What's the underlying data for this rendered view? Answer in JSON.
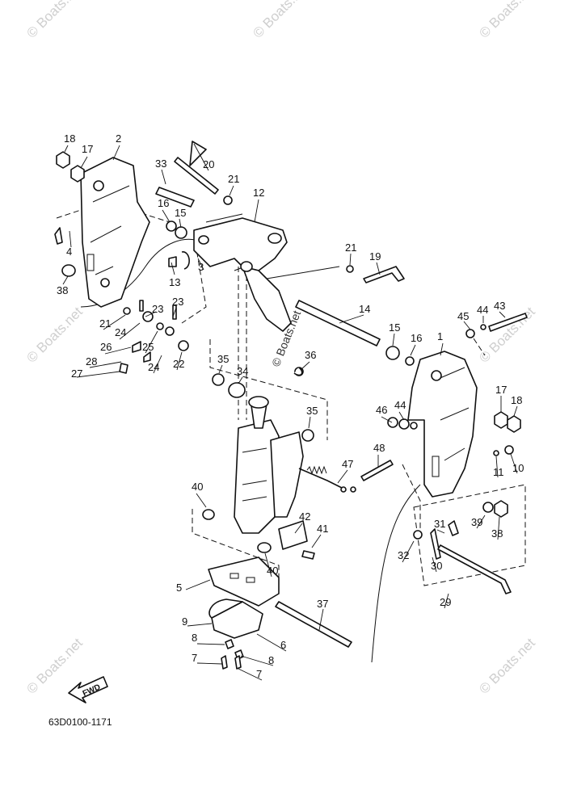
{
  "diagram": {
    "drawing_number": "63D0100-1171",
    "fwd_label": "FWD",
    "watermark": "© Boats.net",
    "callouts": [
      "1",
      "2",
      "3",
      "4",
      "5",
      "6",
      "7",
      "8",
      "9",
      "10",
      "11",
      "12",
      "13",
      "14",
      "15",
      "16",
      "17",
      "18",
      "19",
      "20",
      "21",
      "22",
      "23",
      "24",
      "25",
      "26",
      "27",
      "28",
      "29",
      "30",
      "31",
      "32",
      "33",
      "34",
      "35",
      "36",
      "37",
      "38",
      "39",
      "40",
      "41",
      "42",
      "43",
      "44",
      "45",
      "46",
      "47",
      "48"
    ]
  }
}
